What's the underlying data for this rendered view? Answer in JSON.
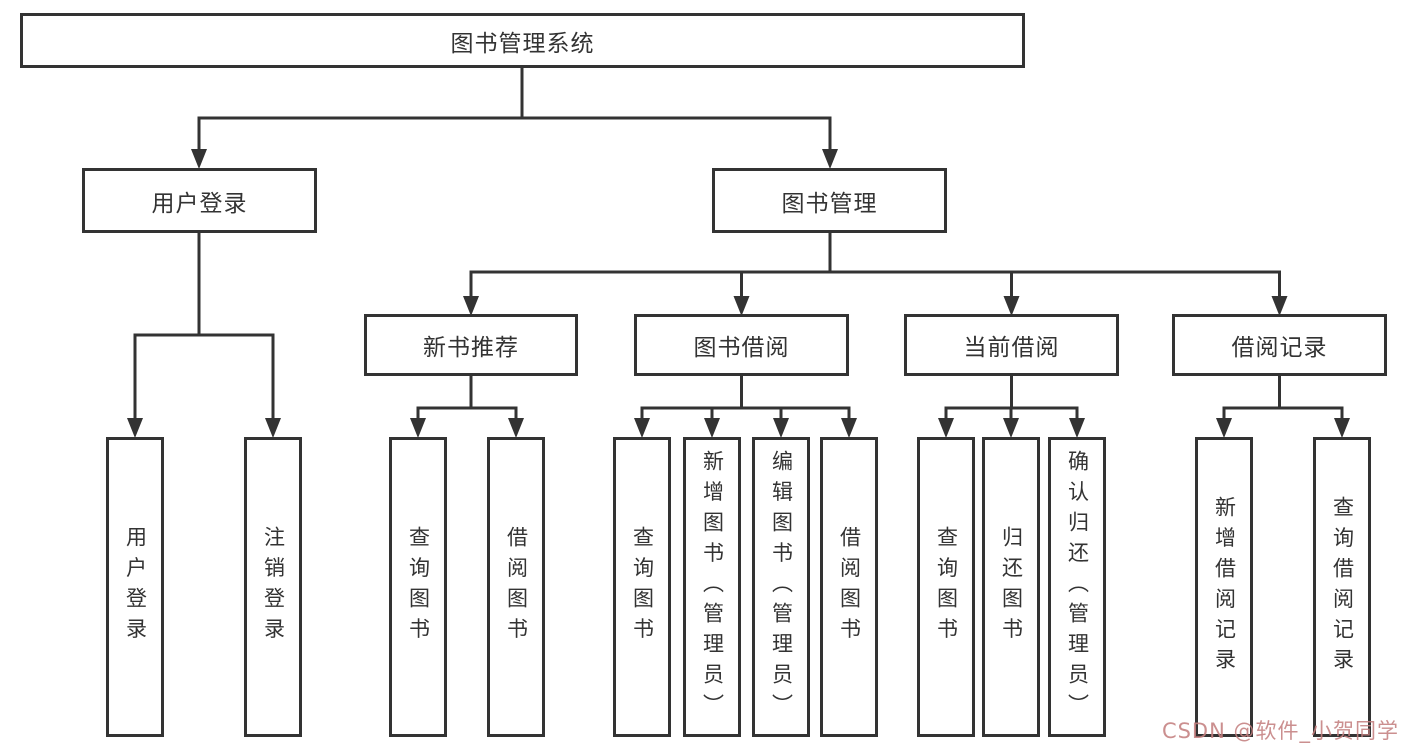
{
  "diagram": {
    "title": "图书管理系统",
    "colors": {
      "line": "#333333",
      "node_background": "#ffffff",
      "text": "#333333",
      "watermark_text": "#c48080"
    },
    "tree": {
      "root": {
        "label": "图书管理系统",
        "children": [
          {
            "label": "用户登录",
            "children": [
              {
                "label": "用户登录"
              },
              {
                "label": "注销登录"
              }
            ]
          },
          {
            "label": "图书管理",
            "children": [
              {
                "label": "新书推荐",
                "children": [
                  {
                    "label": "查询图书"
                  },
                  {
                    "label": "借阅图书"
                  }
                ]
              },
              {
                "label": "图书借阅",
                "children": [
                  {
                    "label": "查询图书"
                  },
                  {
                    "label": "新增图书（管理员）"
                  },
                  {
                    "label": "编辑图书（管理员）"
                  },
                  {
                    "label": "借阅图书"
                  }
                ]
              },
              {
                "label": "当前借阅",
                "children": [
                  {
                    "label": "查询图书"
                  },
                  {
                    "label": "归还图书"
                  },
                  {
                    "label": "确认归还（管理员）"
                  }
                ]
              },
              {
                "label": "借阅记录",
                "children": [
                  {
                    "label": "新增借阅记录"
                  },
                  {
                    "label": "查询借阅记录"
                  }
                ]
              }
            ]
          }
        ]
      }
    },
    "watermark": "CSDN @软件_小贺同学"
  }
}
